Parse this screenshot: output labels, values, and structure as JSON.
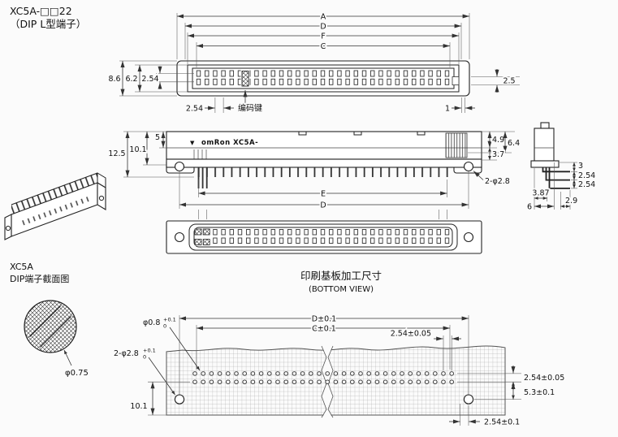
{
  "colors": {
    "line": "#222222",
    "background": "#fbfbfb"
  },
  "header": {
    "model": "XC5A-□□22",
    "variant": "（DIP L型端子）"
  },
  "top_view": {
    "dims": {
      "A": "A",
      "D": "D",
      "F": "F",
      "C": "C",
      "height_total": "8.6",
      "height_inner": "6.2",
      "row_pitch": "2.54",
      "right_gap": "2.5",
      "pin_pitch": "2.54",
      "end_gap": "1"
    },
    "coding_key_label": "编码键"
  },
  "front_view": {
    "polarity_mark": "▼",
    "marking": "omRon XC5A-",
    "dims": {
      "height_total": "12.5",
      "height_mid": "10.1",
      "height_body": "5",
      "right_a": "4.9",
      "right_b": "6.4",
      "right_c": "3.7",
      "E": "E",
      "D": "D"
    },
    "holes_label": "2-φ2.8"
  },
  "end_view": {
    "dims": {
      "pin_offset": "3",
      "pitch1": "2.54",
      "pitch2": "2.54",
      "bend": "3.87",
      "depth": "6",
      "tip": "2.9"
    }
  },
  "section_view": {
    "series": "XC5A",
    "caption": "DIP端子截面图",
    "wire_dia": "φ0.75"
  },
  "pcb_view": {
    "title": "印刷基板加工尺寸",
    "subtitle": "(BOTTOM VIEW)",
    "dims": {
      "D": "D±0.1",
      "C": "C±0.1",
      "pitch_end": "2.54±0.05",
      "row_pitch": "2.54±0.05",
      "big_hole_offset": "5.3±0.1",
      "edge": "10.1",
      "end_offset": "2.54±0.1"
    },
    "small_hole": {
      "label": "φ0.8",
      "tol_up": "+0.1",
      "tol_dn": "0"
    },
    "big_hole": {
      "label": "2-φ2.8",
      "tol_up": "+0.1",
      "tol_dn": "0"
    }
  }
}
